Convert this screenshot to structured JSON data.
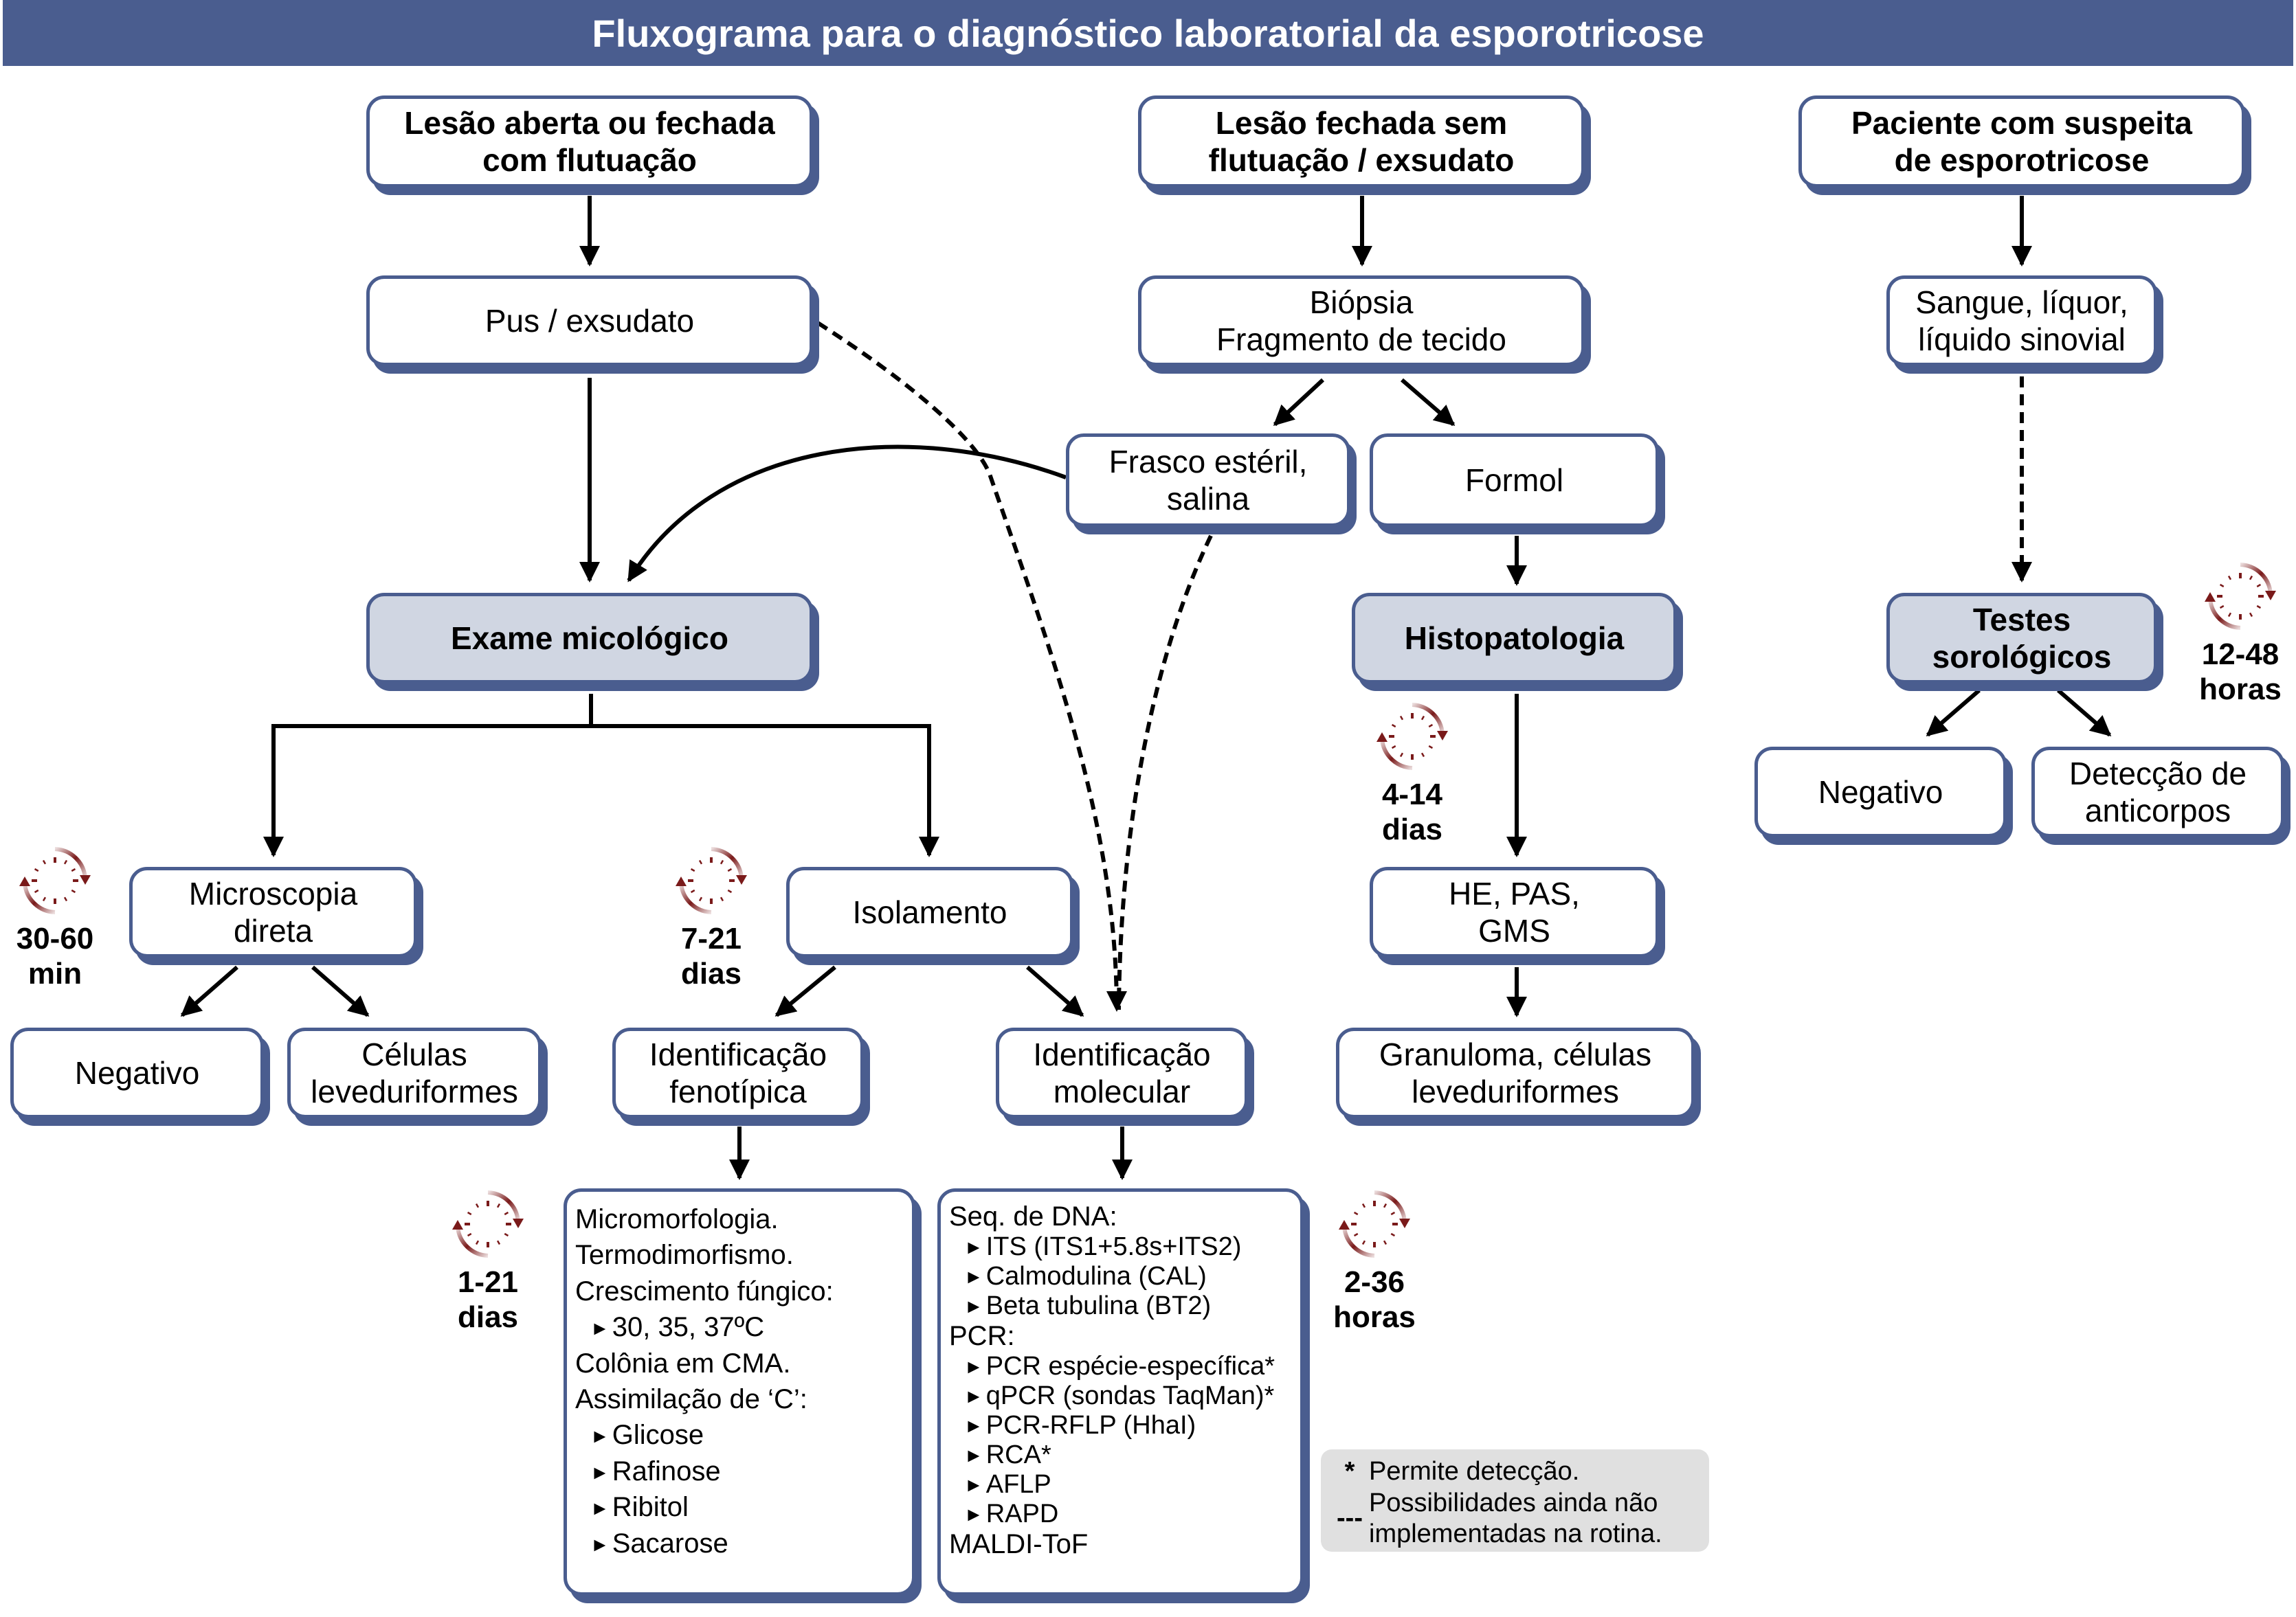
{
  "title": "Fluxograma para o diagnóstico laboratorial da esporotricose",
  "colors": {
    "title_bg": "#4a5d8f",
    "box_border": "#4a5d8f",
    "box_accent_fill": "#d0d6e2",
    "timer_color": "#7a1a1a",
    "legend_bg": "#e0e0e0"
  },
  "nodes": {
    "lesao_aberta": [
      "Lesão aberta ou fechada",
      "com flutuação"
    ],
    "lesao_fechada": [
      "Lesão fechada sem",
      "flutuação / exsudato"
    ],
    "paciente": [
      "Paciente com suspeita",
      "de esporotricose"
    ],
    "pus": [
      "Pus / exsudato"
    ],
    "biopsia": [
      "Biópsia",
      "Fragmento de tecido"
    ],
    "sangue": [
      "Sangue, líquor,",
      "líquido sinovial"
    ],
    "frasco": [
      "Frasco estéril,",
      "salina"
    ],
    "formol": [
      "Formol"
    ],
    "exame_micologico": [
      "Exame micológico"
    ],
    "histopatologia": [
      "Histopatologia"
    ],
    "testes_sorologicos": [
      "Testes",
      "sorológicos"
    ],
    "negativo_sorologia": [
      "Negativo"
    ],
    "deteccao_anticorpos": [
      "Detecção de",
      "anticorpos"
    ],
    "microscopia": [
      "Microscopia",
      "direta"
    ],
    "isolamento": [
      "Isolamento"
    ],
    "he_pas": [
      "HE, PAS,",
      "GMS"
    ],
    "negativo_microscopia": [
      "Negativo"
    ],
    "celulas": [
      "Células",
      "leveduriformes"
    ],
    "id_fenotipica": [
      "Identificação",
      "fenotípica"
    ],
    "id_molecular": [
      "Identificação",
      "molecular"
    ],
    "granuloma": [
      "Granuloma, células",
      "leveduriformes"
    ]
  },
  "fenotipica_details": [
    {
      "text": "Micromorfologia.",
      "sub": false
    },
    {
      "text": "Termodimorfismo.",
      "sub": false
    },
    {
      "text": "Crescimento fúngico:",
      "sub": false
    },
    {
      "text": "30, 35, 37ºC",
      "sub": true
    },
    {
      "text": "Colônia em CMA.",
      "sub": false
    },
    {
      "text": "Assimilação de ‘C’:",
      "sub": false
    },
    {
      "text": "Glicose",
      "sub": true
    },
    {
      "text": "Rafinose",
      "sub": true
    },
    {
      "text": "Ribitol",
      "sub": true
    },
    {
      "text": "Sacarose",
      "sub": true
    }
  ],
  "molecular_details": [
    {
      "text": "Seq. de DNA:",
      "sub": false
    },
    {
      "text": "ITS (ITS1+5.8s+ITS2)",
      "sub": true
    },
    {
      "text": "Calmodulina (CAL)",
      "sub": true
    },
    {
      "text": "Beta tubulina (BT2)",
      "sub": true
    },
    {
      "text": "PCR:",
      "sub": false
    },
    {
      "text": "PCR espécie-específica*",
      "sub": true
    },
    {
      "text": "qPCR (sondas TaqMan)*",
      "sub": true
    },
    {
      "text": "PCR-RFLP (HhaI)",
      "sub": true
    },
    {
      "text": "RCA*",
      "sub": true
    },
    {
      "text": "AFLP",
      "sub": true
    },
    {
      "text": "RAPD",
      "sub": true
    },
    {
      "text": "MALDI-ToF",
      "sub": false
    }
  ],
  "timers": {
    "microscopia": [
      "30-60",
      "min"
    ],
    "isolamento": [
      "7-21",
      "dias"
    ],
    "histopatologia": [
      "4-14",
      "dias"
    ],
    "sorologia": [
      "12-48",
      "horas"
    ],
    "fenotipica": [
      "1-21",
      "dias"
    ],
    "molecular": [
      "2-36",
      "horas"
    ]
  },
  "timer_icon": "clock-cycle-icon",
  "legend": {
    "asterisk_symbol": "*",
    "asterisk_text": "Permite detecção.",
    "dashed_symbol": "---",
    "dashed_text_1": "Possibilidades ainda não",
    "dashed_text_2": "implementadas na rotina."
  }
}
